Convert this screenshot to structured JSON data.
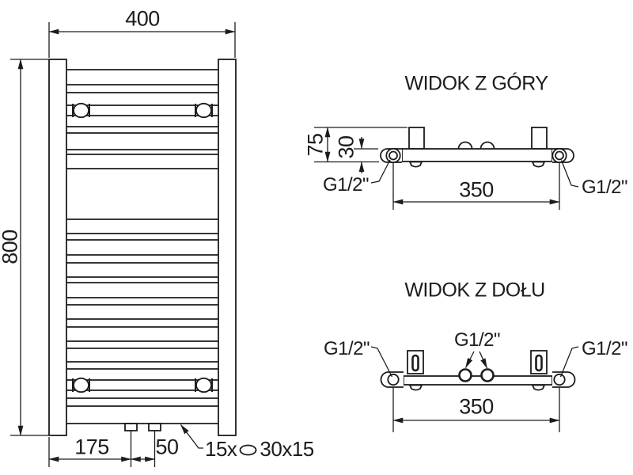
{
  "colors": {
    "background": "#ffffff",
    "line": "#1c1c1c",
    "text": "#1c1c1c"
  },
  "front_view": {
    "width_dim": "400",
    "height_dim": "800",
    "pipe_offset_dim": "175",
    "pipe_spacing_dim": "50",
    "rung_note": {
      "count": "15x",
      "profile": "30x15"
    }
  },
  "top_view": {
    "title": "WIDOK Z GÓRY",
    "wall_depth_dim": "75",
    "pipe_depth_dim": "30",
    "connection_spacing_dim": "350",
    "left_connection": "G1/2\"",
    "right_connection": "G1/2\""
  },
  "bottom_view": {
    "title": "WIDOK Z DOŁU",
    "connection_spacing_dim": "350",
    "left_connection": "G1/2\"",
    "center_connection": "G1/2\"",
    "right_connection": "G1/2\""
  }
}
